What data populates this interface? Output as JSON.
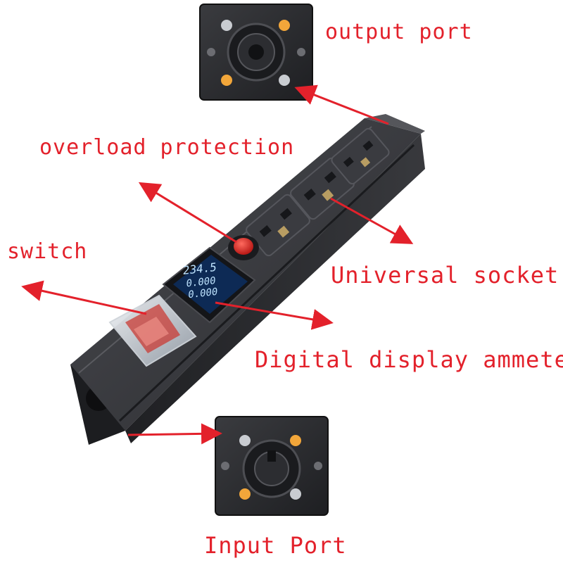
{
  "labels": {
    "output_port": "output port",
    "overload_protection": "overload protection",
    "switch": "switch",
    "universal_socket": "Universal socket",
    "digital_display": "Digital display ammete",
    "input_port": "Input Port"
  },
  "display": {
    "line1": "234.5",
    "line2": "0.000",
    "line3": "0.000"
  },
  "colors": {
    "label": "#e3212b",
    "arrow": "#e3212b",
    "housing": "#2b2b2e",
    "display_bg": "#0d2a55",
    "display_digits": "#bfe4ff",
    "button": "#d8201e",
    "screw_orange": "#f2a63a"
  }
}
